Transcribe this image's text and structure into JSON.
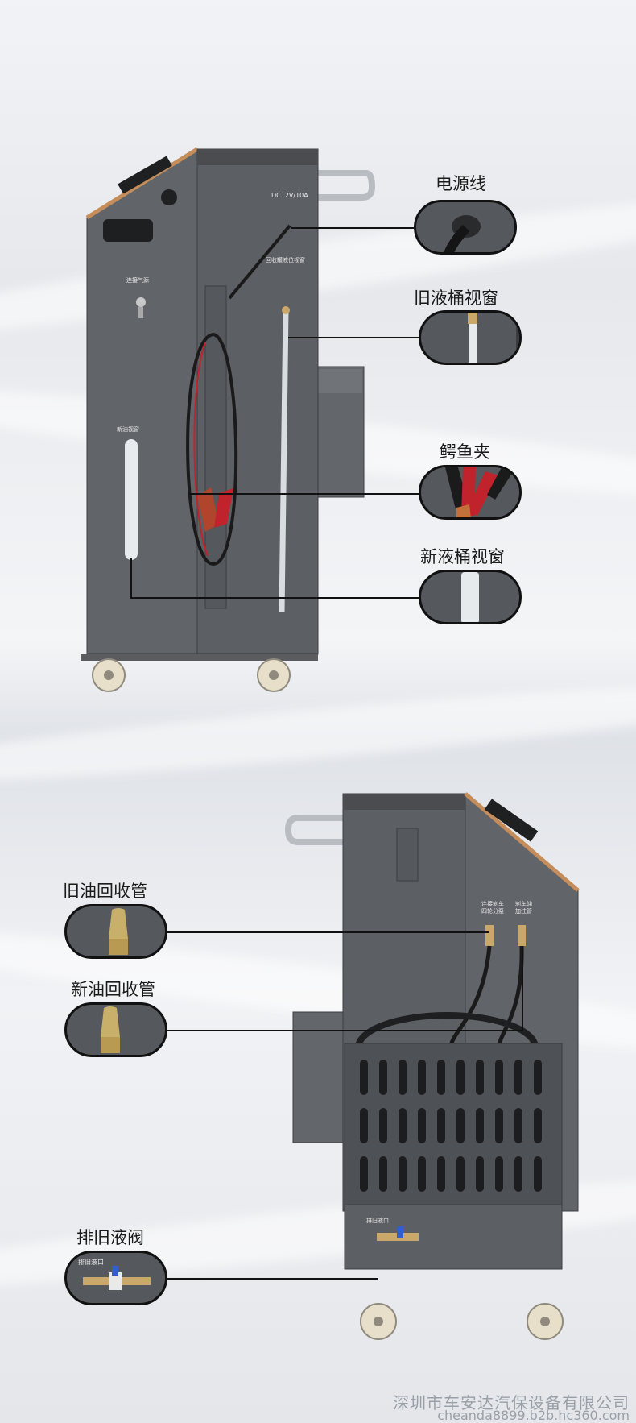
{
  "callouts_top": {
    "power_cord": "电源线",
    "old_tank_window": "旧液桶视窗",
    "alligator_clip": "鳄鱼夹",
    "new_tank_window": "新液桶视窗"
  },
  "callouts_bottom": {
    "old_oil_return": "旧油回收管",
    "new_oil_return": "新油回收管",
    "drain_valve": "排旧液阀"
  },
  "machine_front_text": {
    "voltage": "DC12V/10A",
    "air_inlet": "连接气源",
    "recovery_level": "回收罐液位视窗",
    "new_oil_window": "新油视窗"
  },
  "machine_back_text": {
    "connect_brake": "连接刹车\n四轮分泵",
    "brake_fill": "刹车油\n加注管",
    "drain_port": "排旧液口"
  },
  "callout_inner_text": {
    "drain_port": "排旧液口"
  },
  "footer": {
    "company": "深圳市车安达汽保设备有限公司",
    "site": "cheanda8899.b2b.hc360.com"
  }
}
